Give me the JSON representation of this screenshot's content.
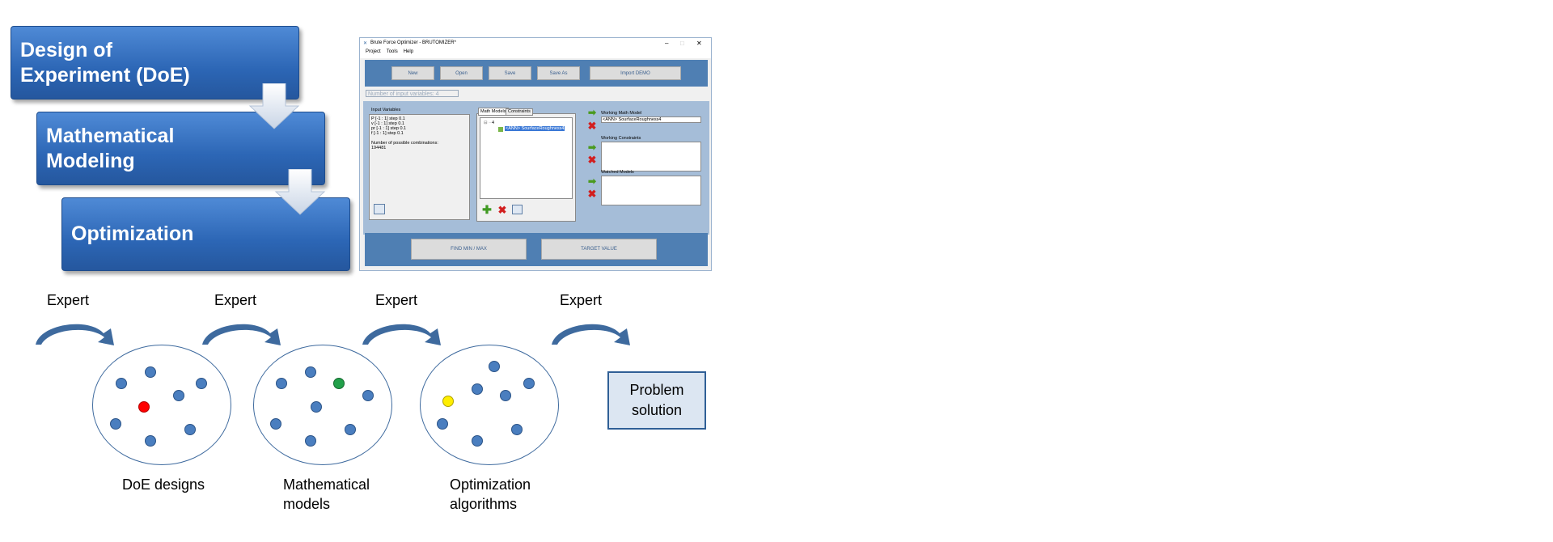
{
  "steps": [
    {
      "label": "Design of\nExperiment (DoE)"
    },
    {
      "label": "Mathematical\nModeling"
    },
    {
      "label": "Optimization"
    }
  ],
  "app": {
    "title": "Brute Force Optimizer - BRUTOMIZER*",
    "window_controls": [
      "–",
      "□",
      "✕"
    ],
    "menu": [
      "Project",
      "Tools",
      "Help"
    ],
    "toolbar": [
      "New",
      "Open",
      "Save",
      "Save As",
      "Import DEMO"
    ],
    "input_count": "Number of input variables: 4",
    "input_variables": {
      "title": "Input Variables",
      "lines": "P [-1 : 1] step 0.1\nv [-1 : 1] step 0.1\npr [-1 : 1] step 0.1\nf [-1 : 1] step 0.1\n\nNumber of possible combinations:\n194481"
    },
    "tabs": [
      "Math Models",
      "Constraints"
    ],
    "tree_root": "4",
    "tree_child": "<ANN> SourfaceRoughness4",
    "working_math_model": {
      "label": "Working Math Model",
      "value": "<ANN> SourfaceRoughness4"
    },
    "working_constraints": {
      "label": "Working Constraints"
    },
    "watched_models": {
      "label": "Watched Models"
    },
    "bottom_buttons": [
      "FIND MIN / MAX",
      "TARGET VALUE"
    ]
  },
  "experts": [
    "Expert",
    "Expert",
    "Expert",
    "Expert"
  ],
  "groups": [
    {
      "caption": "DoE designs",
      "highlight_color": "#ff0000"
    },
    {
      "caption": "Mathematical\nmodels",
      "highlight_color": "#22a04a"
    },
    {
      "caption": "Optimization\nalgorithms",
      "highlight_color": "#ffee00"
    }
  ],
  "solution": "Problem\nsolution"
}
